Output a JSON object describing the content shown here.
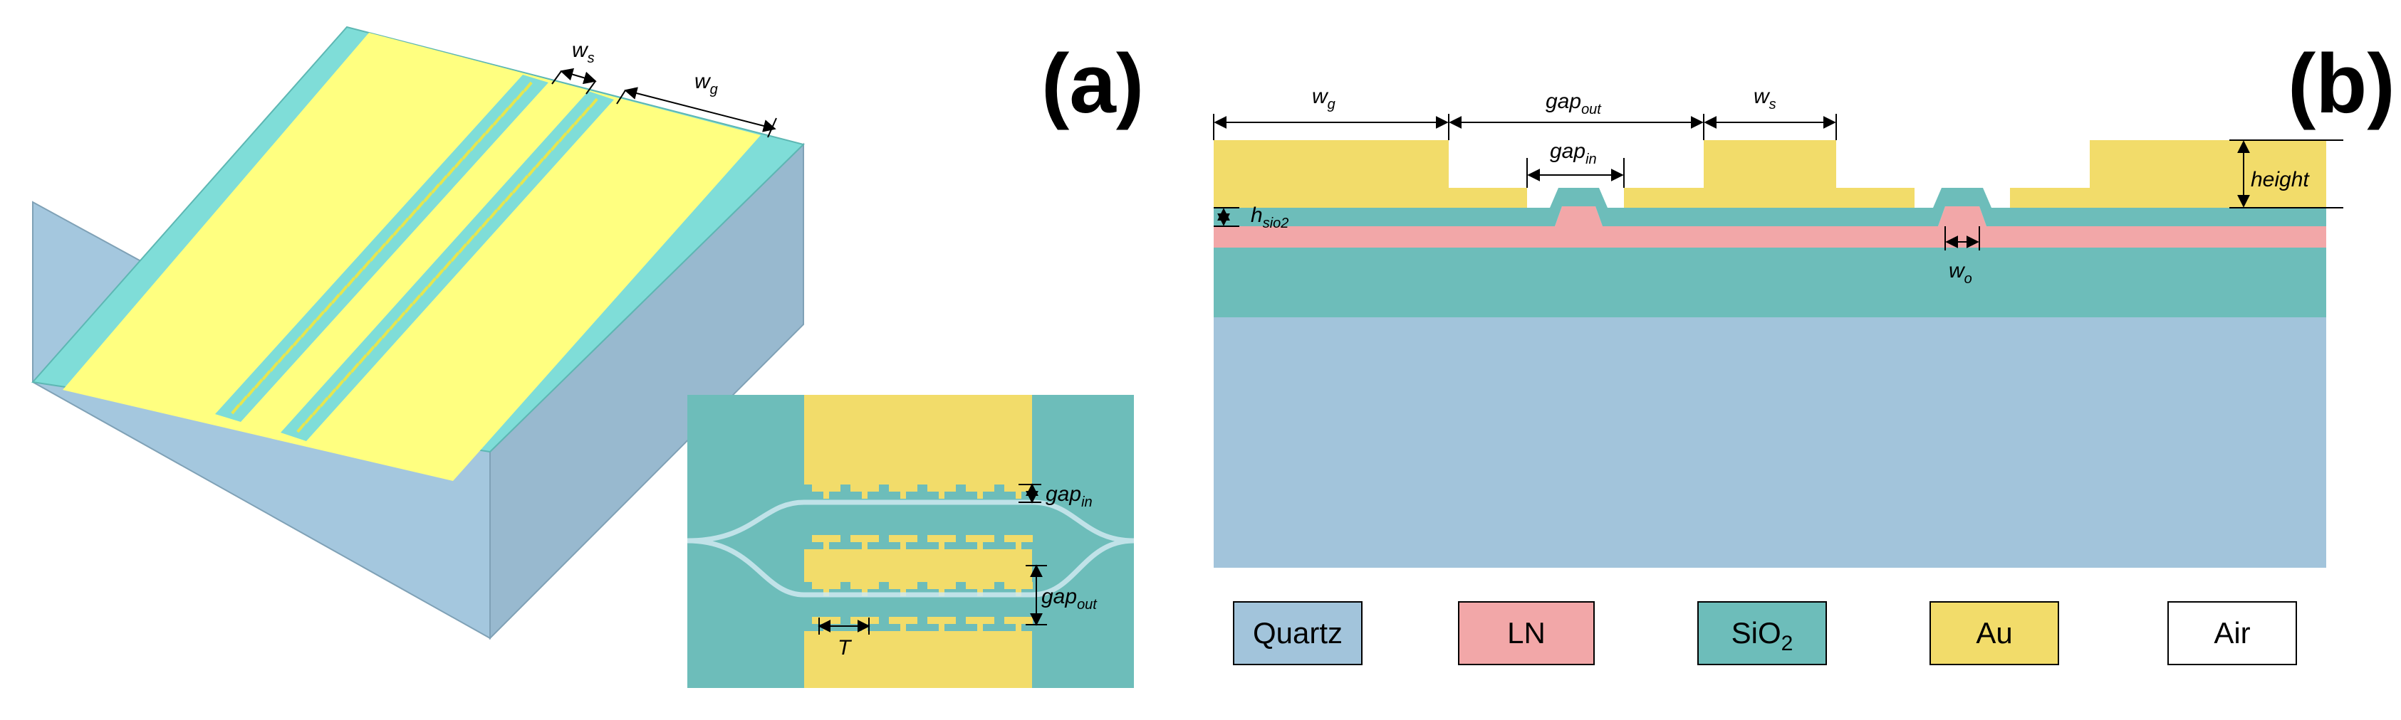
{
  "panel_a": {
    "label": "(a)",
    "dims": {
      "ws": "w",
      "ws_sub": "s",
      "wg": "w",
      "wg_sub": "g"
    },
    "inset": {
      "gap_in": "gap",
      "gap_in_sub": "in",
      "gap_out": "gap",
      "gap_out_sub": "out",
      "period": "T"
    }
  },
  "panel_b": {
    "label": "(b)",
    "dims": {
      "wg": "w",
      "wg_sub": "g",
      "gap_out": "gap",
      "gap_out_sub": "out",
      "ws": "w",
      "ws_sub": "s",
      "gap_in": "gap",
      "gap_in_sub": "in",
      "height": "height",
      "h_sio2": "h",
      "h_sio2_sub": "sio2",
      "wo": "w",
      "wo_sub": "o"
    }
  },
  "legend": [
    {
      "label": "Quartz",
      "sub": "",
      "color": "#A2C4DB"
    },
    {
      "label": "LN",
      "sub": "",
      "color": "#F2A7A8"
    },
    {
      "label": "SiO",
      "sub": "2",
      "color": "#6DBDBA"
    },
    {
      "label": "Au",
      "sub": "",
      "color": "#F2DC6A"
    },
    {
      "label": "Air",
      "sub": "",
      "color": "#FFFFFF"
    }
  ],
  "colors": {
    "quartz": "#A2C4DB",
    "ln": "#F2A7A8",
    "sio2": "#6DBDBA",
    "au": "#F2DC6A",
    "top_au": "#FFFF80",
    "top_sio2": "#7FDDD8",
    "side_dark": "#97B8CF"
  }
}
